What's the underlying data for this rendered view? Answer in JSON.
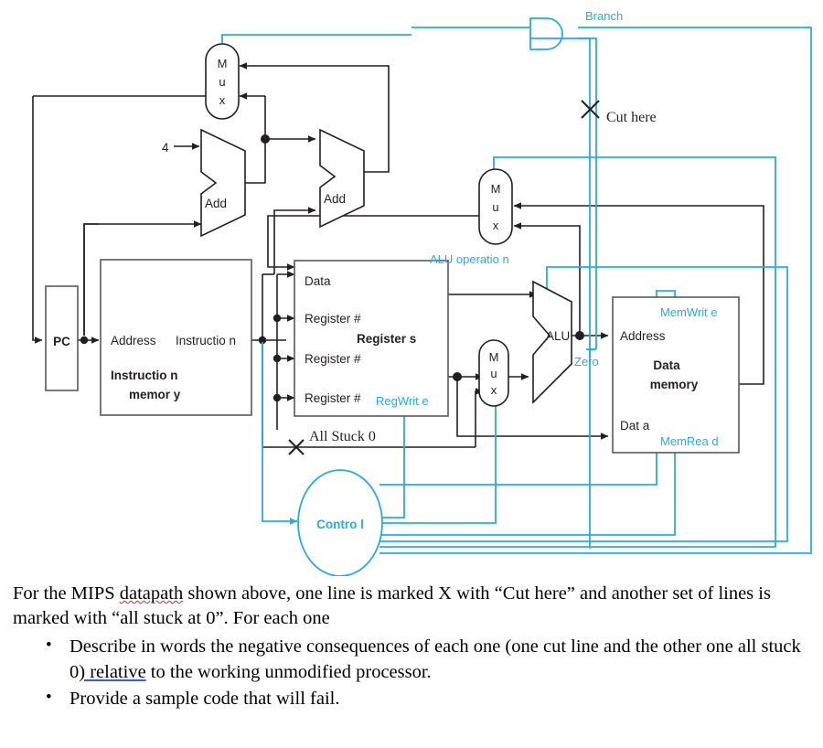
{
  "diagram": {
    "title": "MIPS single-cycle datapath with cut line and stuck-at-0 fault",
    "accent_color": "#29abe2",
    "line_color": "#231f20",
    "blocks": {
      "pc": {
        "label": "PC"
      },
      "instruction_memory": {
        "port_address": "Address",
        "port_instruction": "Instructio n",
        "name_line1": "Instructio n",
        "name_line2": "memor y"
      },
      "register_file": {
        "port_data": "Data",
        "port_reg1": "Register #",
        "port_reg2": "Register #",
        "port_reg3": "Register #",
        "name": "Register  s"
      },
      "data_memory": {
        "port_address": "Address",
        "port_data": "Dat a",
        "name_line1": "Data",
        "name_line2": "memory"
      },
      "alu": {
        "label": "ALU"
      },
      "add1": {
        "label": "Add"
      },
      "add2": {
        "label": "Add"
      },
      "control": {
        "label": "Contro l"
      },
      "mux_top": {
        "label_lines": [
          "M",
          "u",
          "x"
        ]
      },
      "mux_alu_src": {
        "label_lines": [
          "M",
          "u",
          "x"
        ]
      },
      "mux_wb": {
        "label_lines": [
          "M",
          "u",
          "x"
        ]
      }
    },
    "labels": {
      "constant_four": "4",
      "branch": "Branch",
      "alu_operation": "ALU operatio n",
      "reg_write": "RegWrit e",
      "mem_write": "MemWrit e",
      "mem_read": "MemRea d",
      "zero": "Zero",
      "cut_here": "Cut here",
      "all_stuck_zero": "All Stuck 0"
    }
  },
  "prompt": {
    "paragraph_parts": {
      "p1a": "For the MIPS ",
      "p1b": "datapath",
      "p1c": " shown above, one line is marked X with “Cut here” and another set of lines is marked with “all stuck at 0”. For each one"
    },
    "bullets": [
      {
        "bullet_glyph": "•",
        "text_a": "Describe in words the negative consequences of each one (one cut line and the other one all stuck 0",
        "text_b": ") relative",
        "text_c": " to the working unmodified processor."
      },
      {
        "bullet_glyph": "•",
        "text_a": "Provide a sample code that will fail.",
        "text_b": "",
        "text_c": ""
      }
    ]
  }
}
